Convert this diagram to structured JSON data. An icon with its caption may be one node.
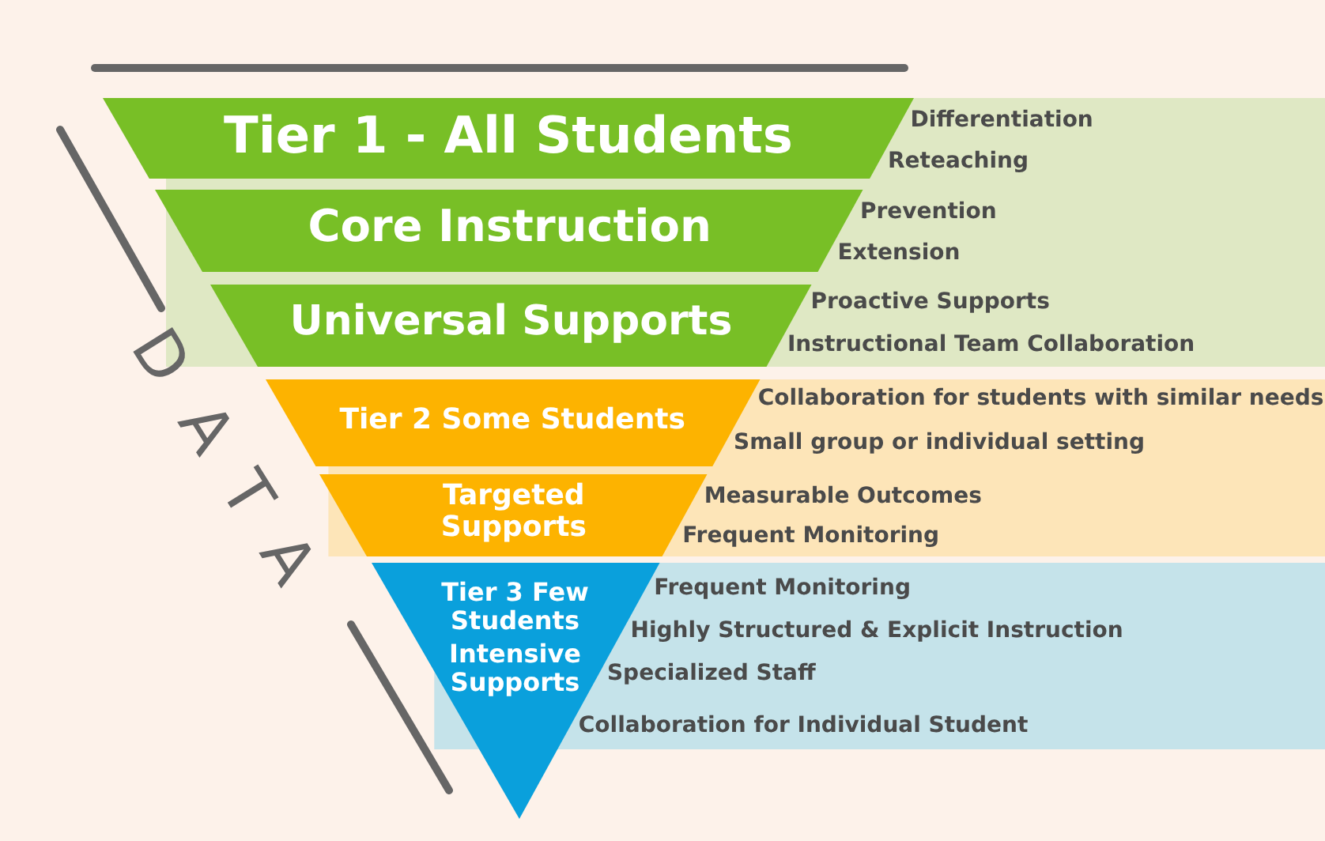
{
  "diagram": {
    "nodes": [
      {
        "text": [
          "Tier 1 - All Students"
        ],
        "beside": [
          "Differentiation",
          "Reteaching"
        ]
      },
      {
        "text": [
          "Core Instruction"
        ],
        "beside": [
          "Prevention",
          "Extension"
        ]
      },
      {
        "text": [
          "Universal Supports"
        ],
        "beside": [
          "Proactive Supports",
          "Instructional Team Collaboration"
        ]
      },
      {
        "text": [
          "Tier 2 Some Students"
        ],
        "beside": [
          "Collaboration for students with similar needs",
          "Small group or individual setting"
        ]
      },
      {
        "text": [
          "Targeted Supports"
        ],
        "beside": [
          "Measurable Outcomes",
          "Frequent Monitoring"
        ]
      },
      {
        "text": [
          "Tier 3 Few Students",
          "Intensive Supports"
        ],
        "beside": [
          "Frequent Monitoring",
          "Highly Structured & Explicit Instruction",
          "Specialized Staff",
          "Collaboration for Individual Student"
        ]
      }
    ],
    "edges": [],
    "labels": [
      "DATA"
    ]
  }
}
